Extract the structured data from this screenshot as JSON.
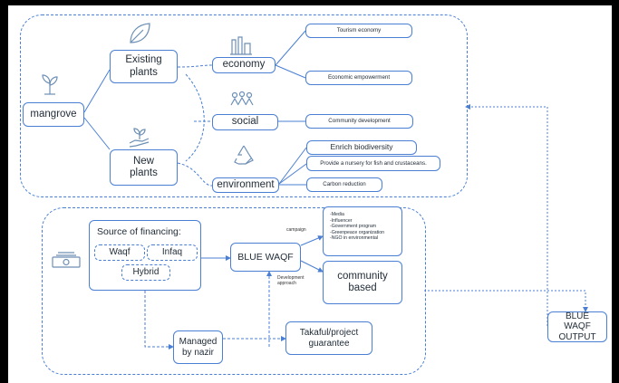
{
  "diagram": {
    "nodes": {
      "mangrove": "mangrove",
      "existing_plants": "Existing\nplants",
      "new_plants": "New\nplants",
      "economy": "economy",
      "social": "social",
      "environment": "environment",
      "tourism_economy": "Tourism economy",
      "economic_empowerment": "Economic empowerment",
      "community_development": "Community development",
      "enrich_biodiversity": "Enrich biodiversity",
      "nursery": "Provide a nursery for fish and crustaceans.",
      "carbon_reduction": "Carbon reduction",
      "source_title": "Source of financing:",
      "waqf": "Waqf",
      "infaq": "Infaq",
      "hybrid": "Hybrid",
      "blue_waqf": "BLUE WAQF",
      "campaign_list": "-Media\n-Influencer\n-Government program\n-Greenpeace organization\n-NGO in environmental",
      "community_based": "community\nbased",
      "managed_by_nazir": "Managed\nby nazir",
      "takaful": "Takaful/project\nguarantee",
      "blue_waqf_output": "BLUE WAQF\nOUTPUT"
    },
    "edge_labels": {
      "campaign": "campaign",
      "development": "Development\napproach"
    },
    "colors": {
      "accent": "#4a7fd4",
      "icon": "#6d8fb5"
    },
    "icons": [
      "sprout-icon",
      "leaf-icon",
      "hand-plant-icon",
      "factory-icon",
      "people-icon",
      "recycle-icon",
      "money-icon"
    ]
  }
}
